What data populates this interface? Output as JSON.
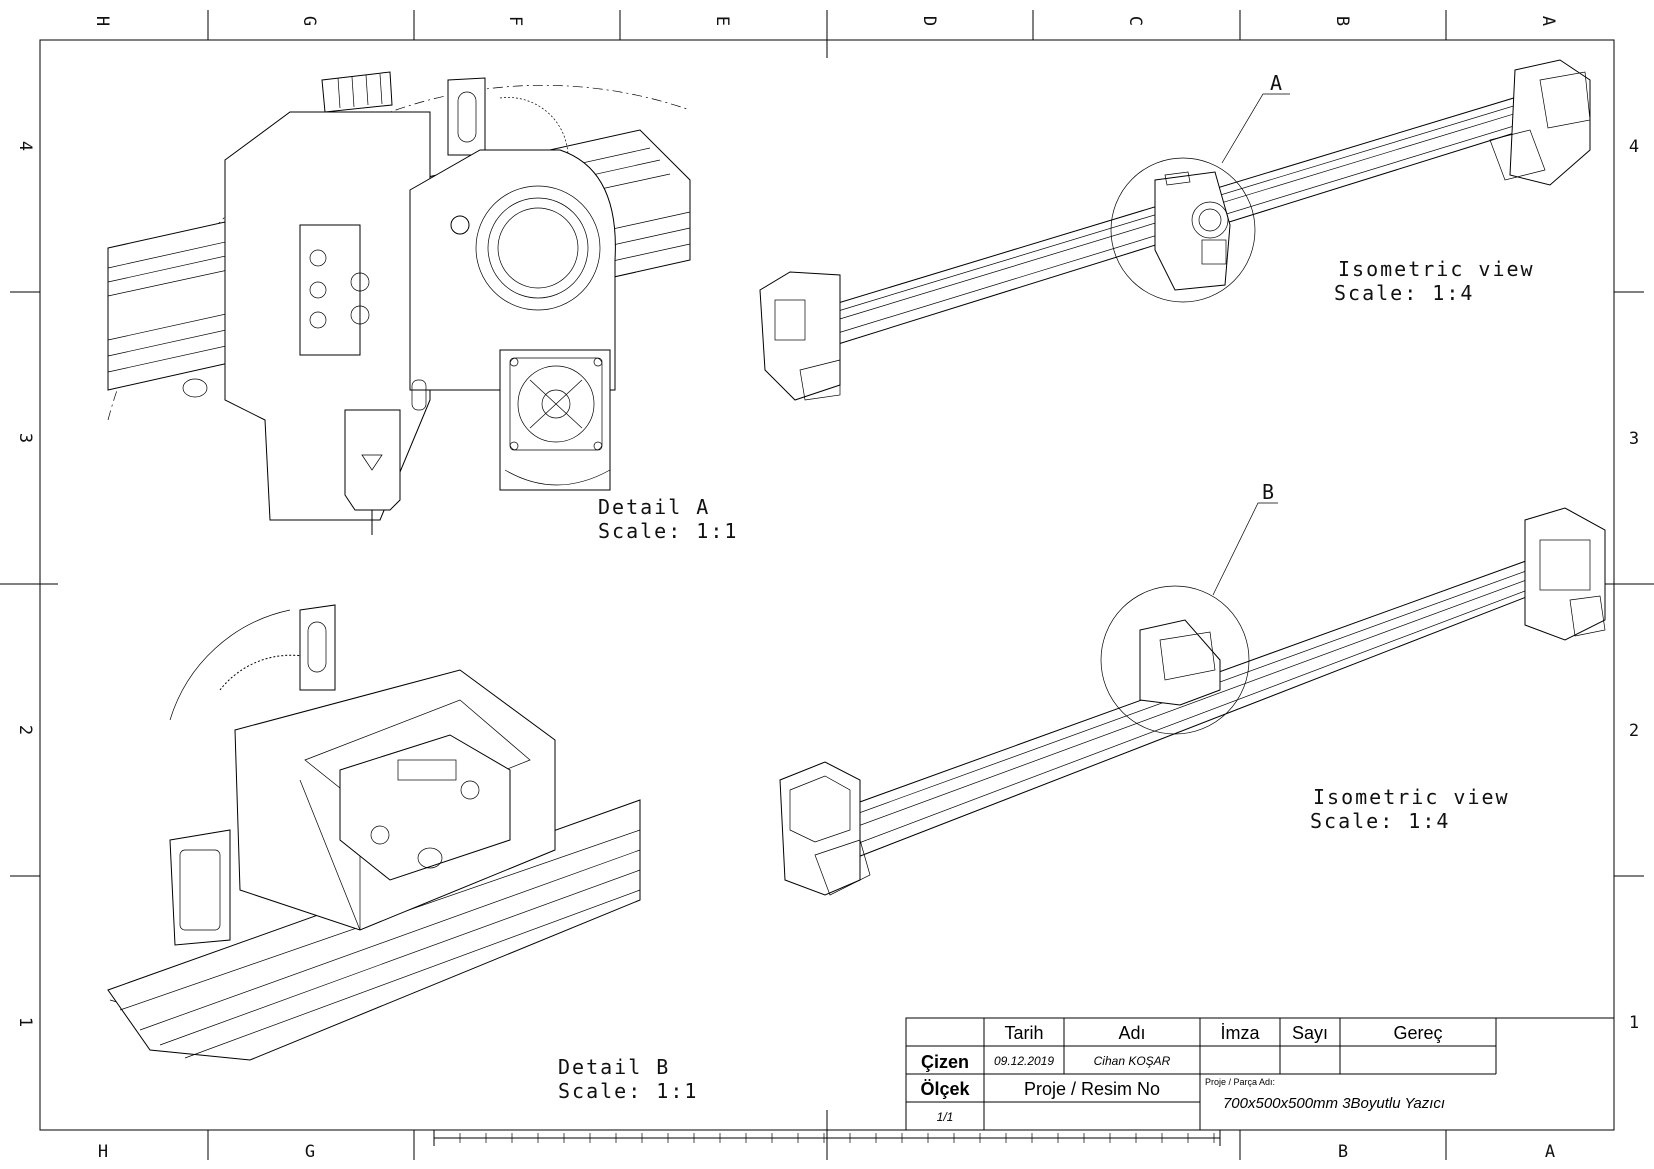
{
  "zones": {
    "columns_top": [
      "H",
      "G",
      "F",
      "E",
      "D",
      "C",
      "B",
      "A"
    ],
    "columns_bottom": [
      "H",
      "G",
      "B",
      "A"
    ],
    "rows": [
      "4",
      "3",
      "2",
      "1"
    ]
  },
  "views": {
    "detail_a": {
      "name": "Detail A",
      "scale": "Scale:  1:1"
    },
    "detail_b": {
      "name": "Detail B",
      "scale": "Scale:  1:1"
    },
    "iso_a": {
      "callout": "A",
      "name": "Isometric view",
      "scale": "Scale:  1:4"
    },
    "iso_b": {
      "callout": "B",
      "name": "Isometric view",
      "scale": "Scale:  1:4"
    }
  },
  "title_block": {
    "header_date": "Tarih",
    "header_name": "Adı",
    "header_sign": "İmza",
    "header_count": "Sayı",
    "header_material": "Gereç",
    "drawn_label": "Çizen",
    "drawn_date": "09.12.2019",
    "drawn_name": "Cihan KOŞAR",
    "scale_label": "Ölçek",
    "scale_value": "1/1",
    "project_no_label": "Proje / Resim No",
    "part_name_label": "Proje / Parça Adı:",
    "part_name": "700x500x500mm 3Boyutlu Yazıcı"
  }
}
